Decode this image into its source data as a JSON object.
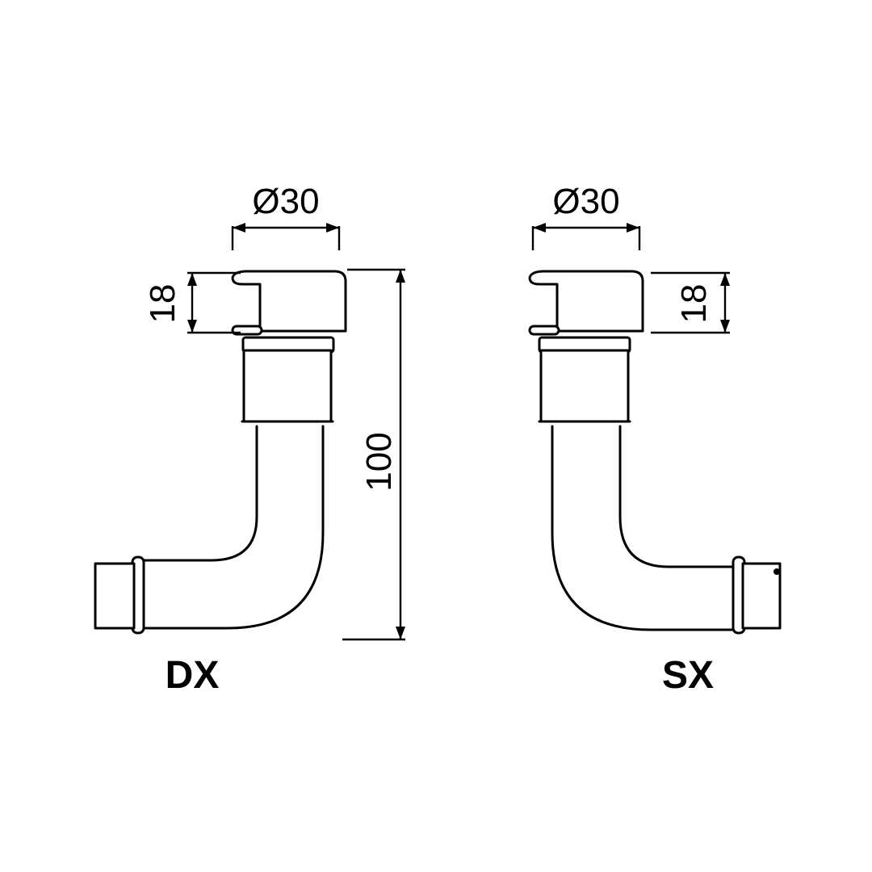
{
  "left_view": {
    "label": "DX",
    "diameter": "Ø30",
    "height_small": "18",
    "height_total": "100"
  },
  "right_view": {
    "label": "SX",
    "diameter": "Ø30",
    "height_small": "18"
  },
  "line_color": "#000000",
  "background_color": "#ffffff"
}
